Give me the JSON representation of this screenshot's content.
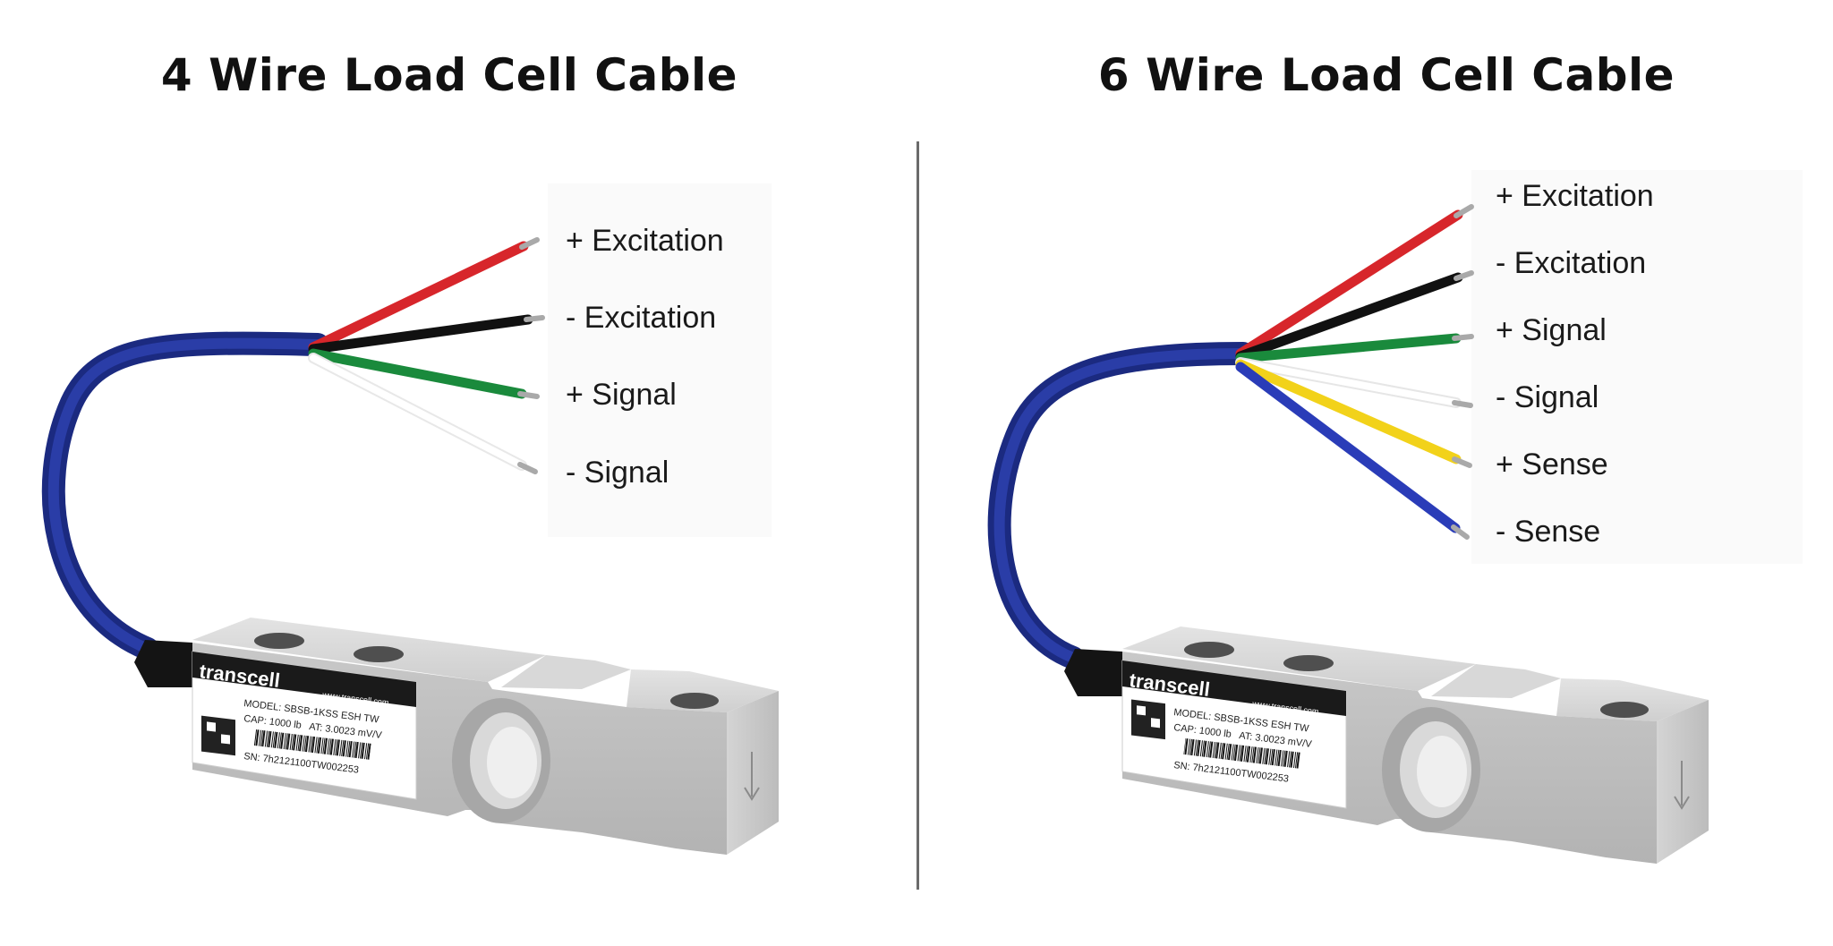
{
  "left_panel": {
    "title": "4 Wire Load Cell Cable",
    "wires": [
      {
        "label": "+ Excitation",
        "color": "#d7262b"
      },
      {
        "label": "- Excitation",
        "color": "#111111"
      },
      {
        "label": "+ Signal",
        "color": "#1a8a3c"
      },
      {
        "label": "- Signal",
        "color": "#f2f2f2"
      }
    ]
  },
  "right_panel": {
    "title": "6 Wire Load Cell Cable",
    "wires": [
      {
        "label": "+ Excitation",
        "color": "#d7262b"
      },
      {
        "label": "- Excitation",
        "color": "#111111"
      },
      {
        "label": "+ Signal",
        "color": "#1a8a3c"
      },
      {
        "label": "- Signal",
        "color": "#f2f2f2"
      },
      {
        "label": "+ Sense",
        "color": "#f2d21a"
      },
      {
        "label": "- Sense",
        "color": "#2a3cb8"
      }
    ]
  },
  "load_cell_label": {
    "brand": "transcell",
    "website": "www.transcell.com",
    "model": "MODEL: SBSB-1KSS ESH TW",
    "capacity": "CAP: 1000 lb",
    "output": "AT: 3.0023 mV/V",
    "serial": "SN: 7h2121100TW002253"
  },
  "colors": {
    "cable_jacket": "#23339a",
    "body_metal": "#c9c9c9",
    "divider": "#6b6b6b"
  }
}
